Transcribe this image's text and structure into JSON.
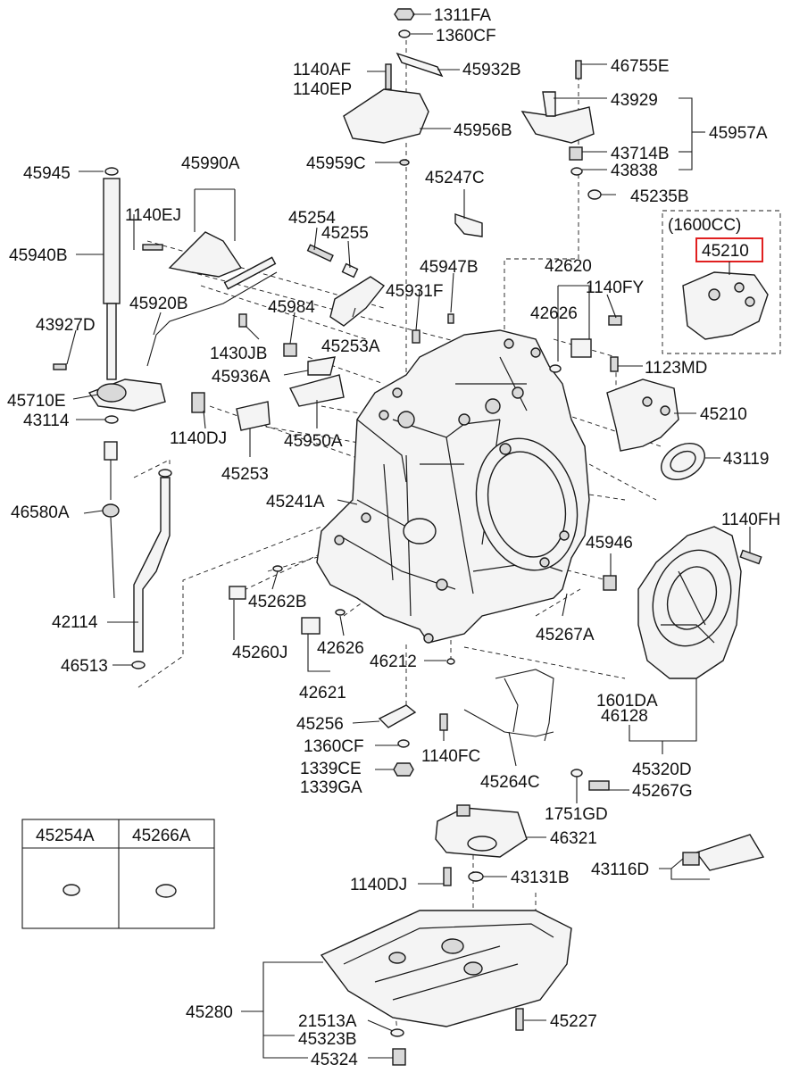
{
  "diagram": {
    "highlight_color": "#e02020",
    "variant_box_label": "(1600CC)",
    "labels": {
      "p1311FA": "1311FA",
      "p1360CF_top": "1360CF",
      "p1140AF": "1140AF",
      "p1140EP": "1140EP",
      "p45932B": "45932B",
      "p46755E": "46755E",
      "p43929": "43929",
      "p45956B": "45956B",
      "p45957A": "45957A",
      "p43714B": "43714B",
      "p43838": "43838",
      "p45959C": "45959C",
      "p45945": "45945",
      "p45990A": "45990A",
      "p45247C": "45247C",
      "p45235B": "45235B",
      "p1140EJ": "1140EJ",
      "p45254": "45254",
      "p45255": "45255",
      "p45940B": "45940B",
      "p45210_hl": "45210",
      "p45947B": "45947B",
      "p42620": "42620",
      "p45920B": "45920B",
      "p45931F": "45931F",
      "p1140FY": "1140FY",
      "p42626_r": "42626",
      "p45984": "45984",
      "p43927D": "43927D",
      "p45253A": "45253A",
      "p1430JB": "1430JB",
      "p1123MD": "1123MD",
      "p45936A": "45936A",
      "p45710E": "45710E",
      "p45210": "45210",
      "p43114": "43114",
      "p1140DJ_top": "1140DJ",
      "p45950A": "45950A",
      "p43119": "43119",
      "p45253": "45253",
      "p46580A": "46580A",
      "p45241A": "45241A",
      "p1140FH": "1140FH",
      "p45946": "45946",
      "p45262B": "45262B",
      "p42114": "42114",
      "p45267A": "45267A",
      "p45260J": "45260J",
      "p42626_l": "42626",
      "p46513": "46513",
      "p46212": "46212",
      "p42621": "42621",
      "p1601DA": "1601DA",
      "p46128": "46128",
      "p45256": "45256",
      "p1360CF_bot": "1360CF",
      "p1140FC": "1140FC",
      "p45320D": "45320D",
      "p1339CE": "1339CE",
      "p1339GA": "1339GA",
      "p45264C": "45264C",
      "p45267G": "45267G",
      "p1751GD": "1751GD",
      "p45254A": "45254A",
      "p45266A": "45266A",
      "p46321": "46321",
      "p43116D": "43116D",
      "p1140DJ_bot": "1140DJ",
      "p43131B": "43131B",
      "p45280": "45280",
      "p21513A": "21513A",
      "p45227": "45227",
      "p45323B": "45323B",
      "p45324": "45324"
    }
  }
}
